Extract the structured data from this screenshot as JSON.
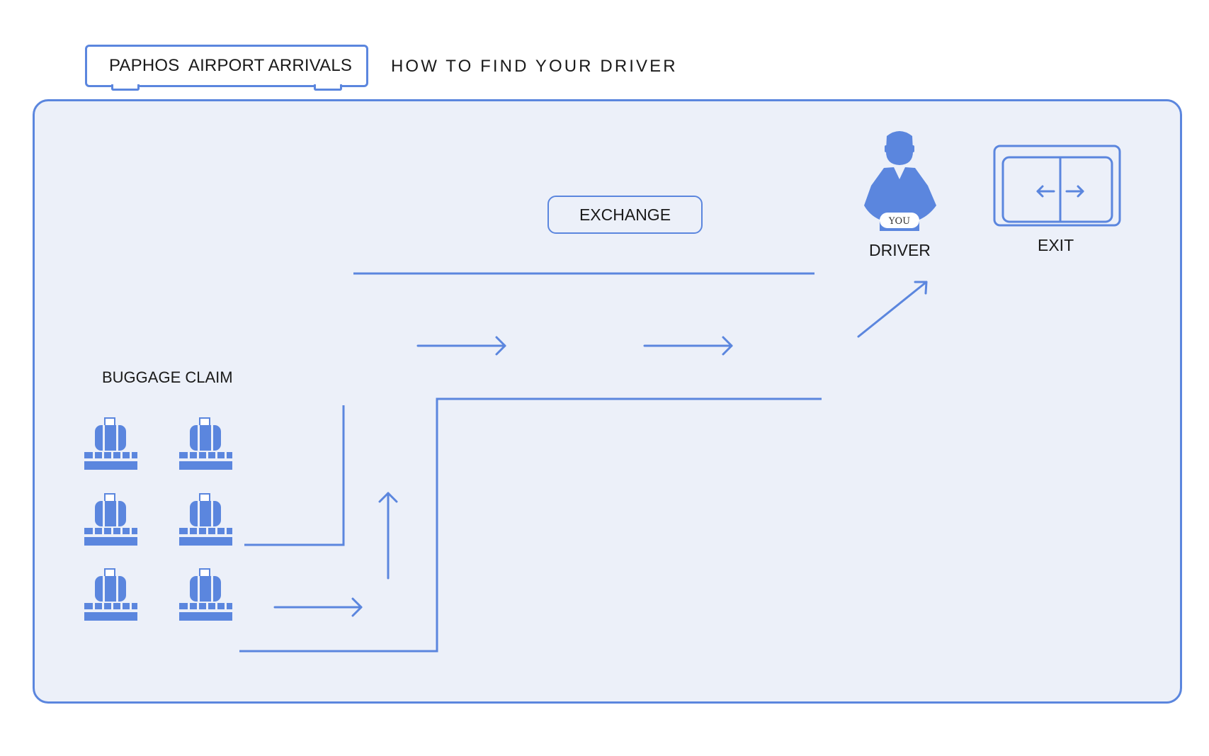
{
  "header": {
    "title": "PAPHOS  AIRPORT ARRIVALS",
    "subtitle": "HOW TO FIND YOUR DRIVER"
  },
  "map": {
    "baggage_claim_label": "BUGGAGE CLAIM",
    "exchange_label": "EXCHANGE",
    "driver_label": "DRIVER",
    "driver_badge": "YOU",
    "exit_label": "EXIT",
    "icons": [
      "baggage-carousel-icon",
      "person-icon",
      "exit-door-icon",
      "arrow-icon"
    ]
  },
  "colors": {
    "accent": "#5b86de",
    "floor_fill": "#ecf0f9",
    "text": "#1a1a1a"
  }
}
